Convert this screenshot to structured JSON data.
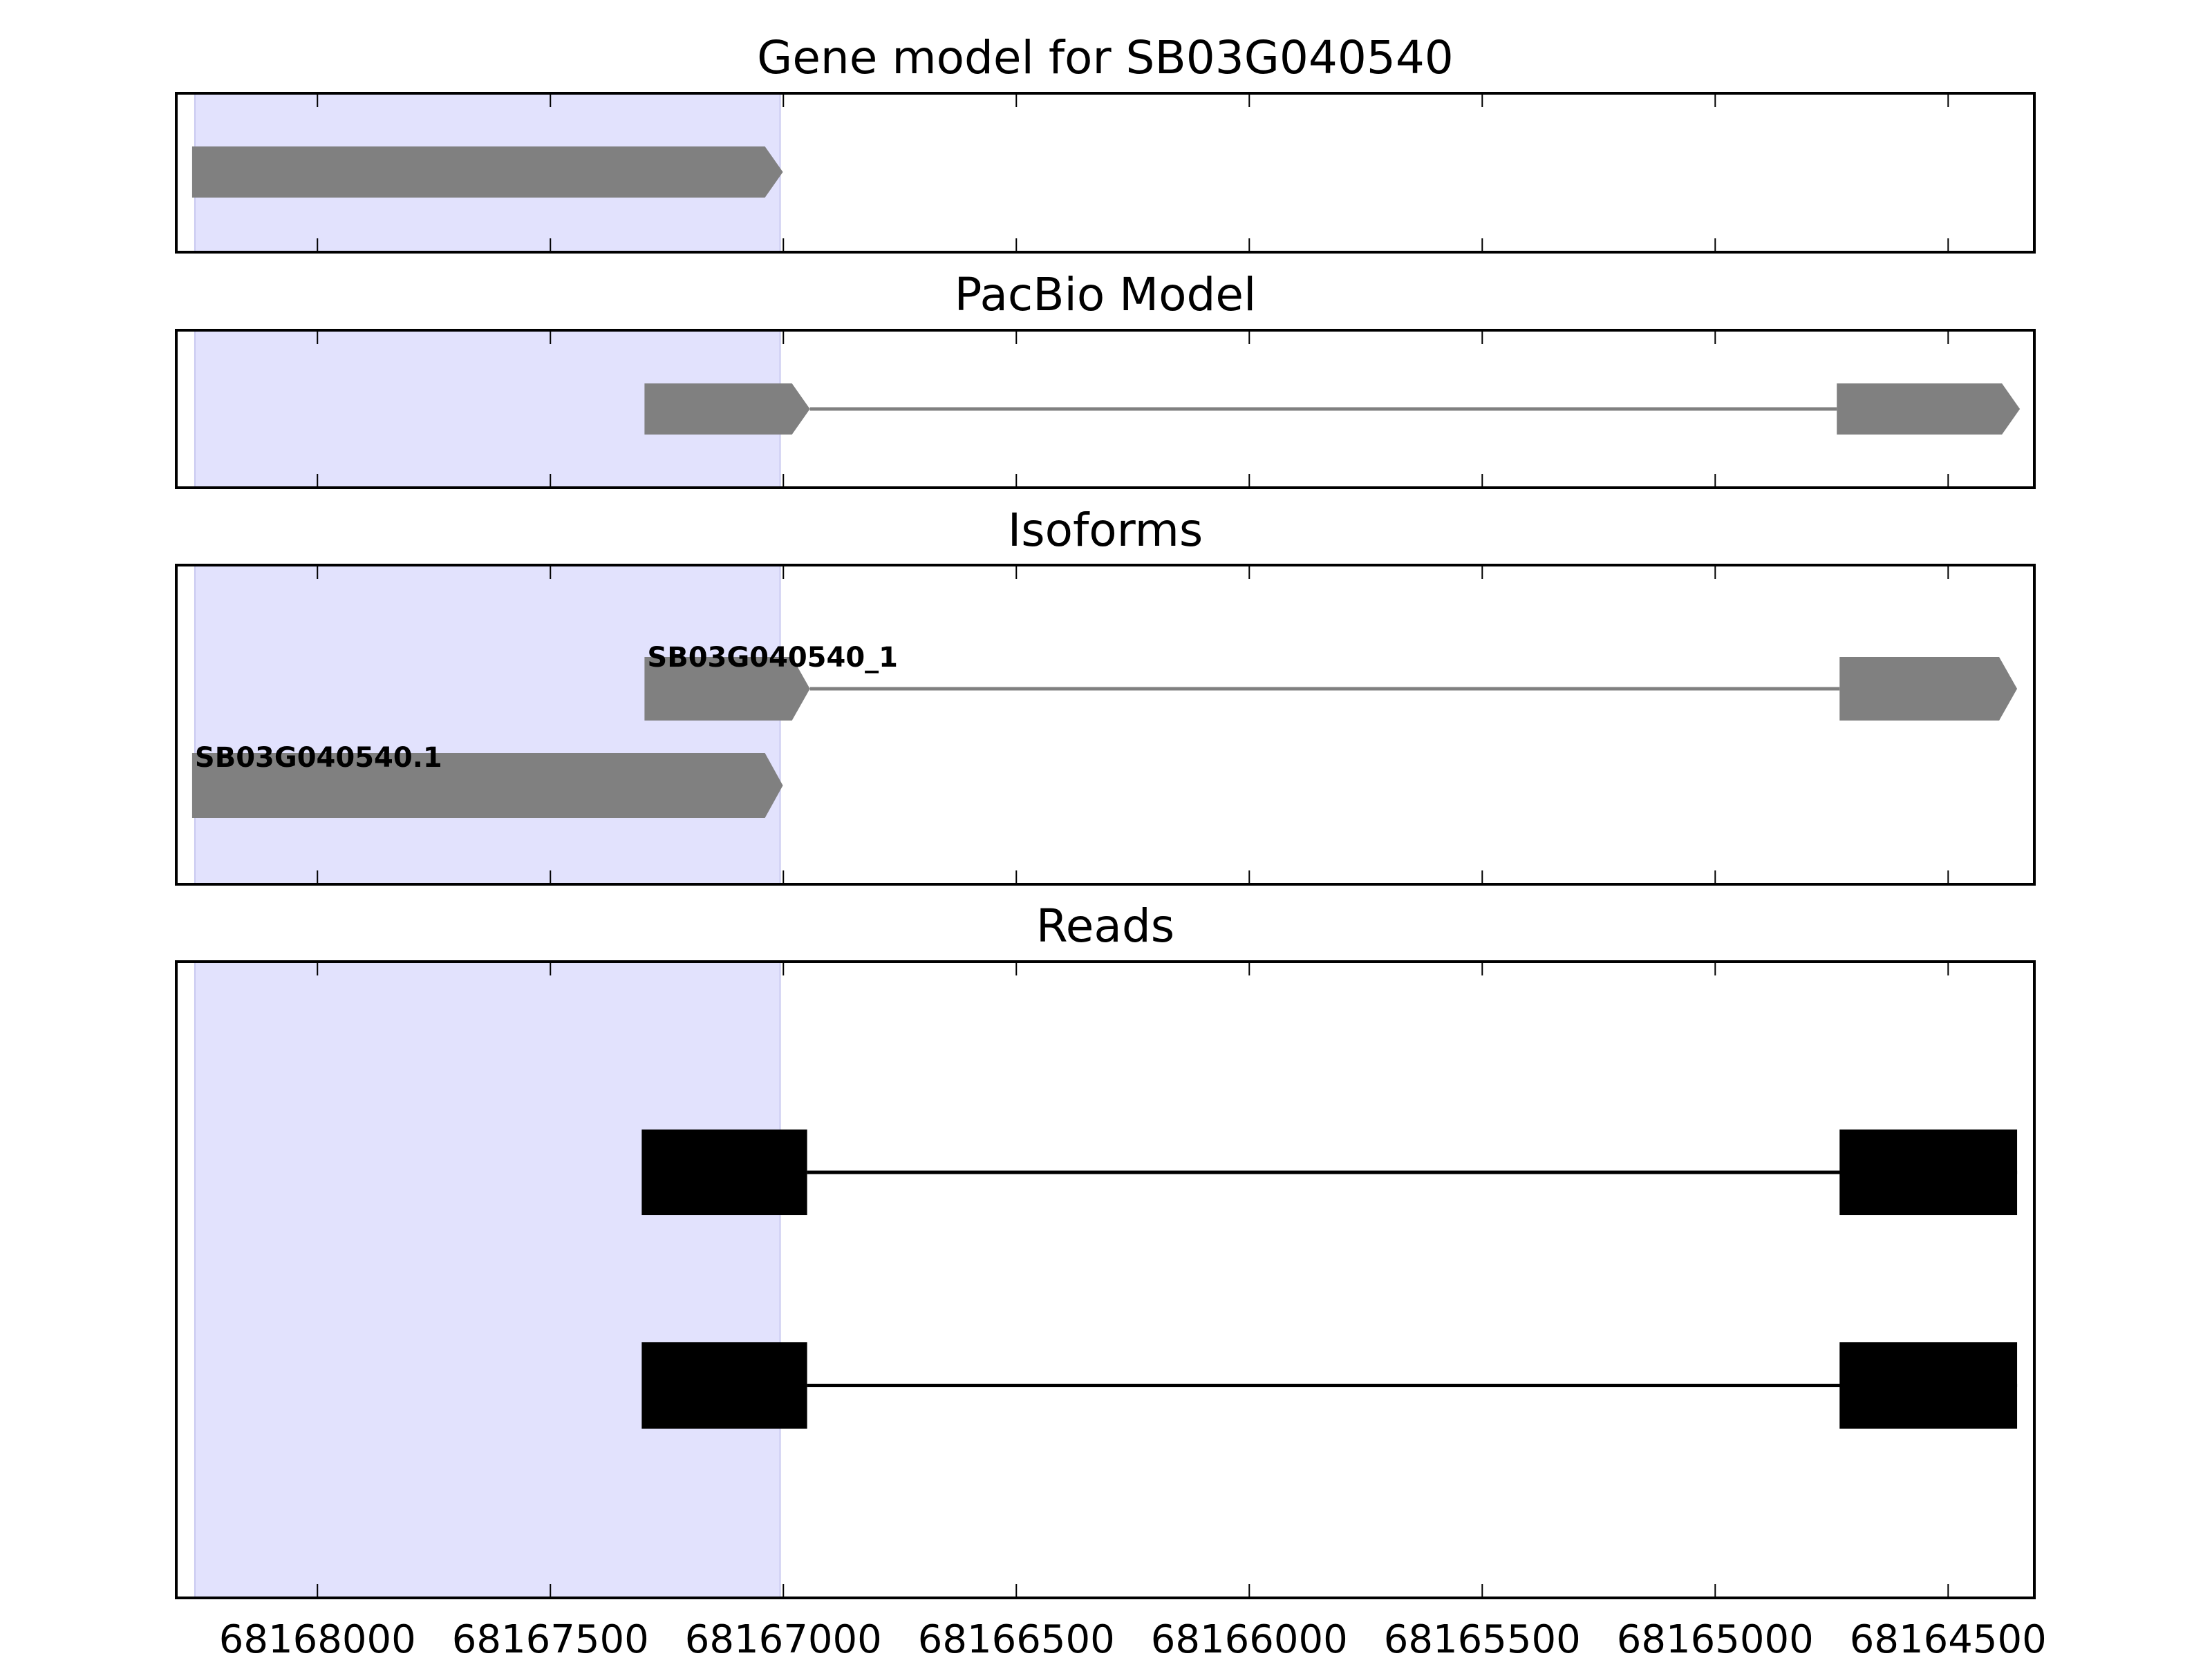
{
  "chart_data": {
    "type": "gene-track",
    "xlim": [
      68168303,
      68164315
    ],
    "x_reversed": true,
    "xticks": [
      68168000,
      68167500,
      68167000,
      68166500,
      68166000,
      68165500,
      68165000,
      68164500
    ],
    "xtick_labels": [
      "68168000",
      "68167500",
      "68167000",
      "68166500",
      "68166000",
      "68165500",
      "68165000",
      "68164500"
    ],
    "highlight": {
      "start": 68168263,
      "end": 68167007,
      "color": "#e2e2fd"
    },
    "colors": {
      "model": "#808080",
      "reads": "#000000",
      "frame": "#000000"
    },
    "panels": [
      {
        "title": "Gene model for SB03G040540",
        "features": [
          {
            "type": "arrow-exons",
            "label": "",
            "exons": [
              [
                68168269,
                68167001
              ]
            ]
          }
        ]
      },
      {
        "title": "PacBio Model",
        "features": [
          {
            "type": "arrow-exons",
            "label": "",
            "exons": [
              [
                68167298,
                68166943
              ],
              [
                68164739,
                68164346
              ]
            ]
          }
        ]
      },
      {
        "title": "Isoforms",
        "features": [
          {
            "type": "arrow-exons",
            "label": "SB03G040540_1",
            "exons": [
              [
                68167298,
                68166943
              ],
              [
                68164733,
                68164352
              ]
            ]
          },
          {
            "type": "arrow-exons",
            "label": "SB03G040540.1",
            "exons": [
              [
                68168269,
                68167001
              ]
            ]
          }
        ]
      },
      {
        "title": "Reads",
        "features": [
          {
            "type": "read",
            "label": "",
            "exons": [
              [
                68167304,
                68166949
              ],
              [
                68164733,
                68164352
              ]
            ]
          },
          {
            "type": "read",
            "label": "",
            "exons": [
              [
                68167304,
                68166949
              ],
              [
                68164733,
                68164352
              ]
            ]
          }
        ]
      }
    ]
  }
}
